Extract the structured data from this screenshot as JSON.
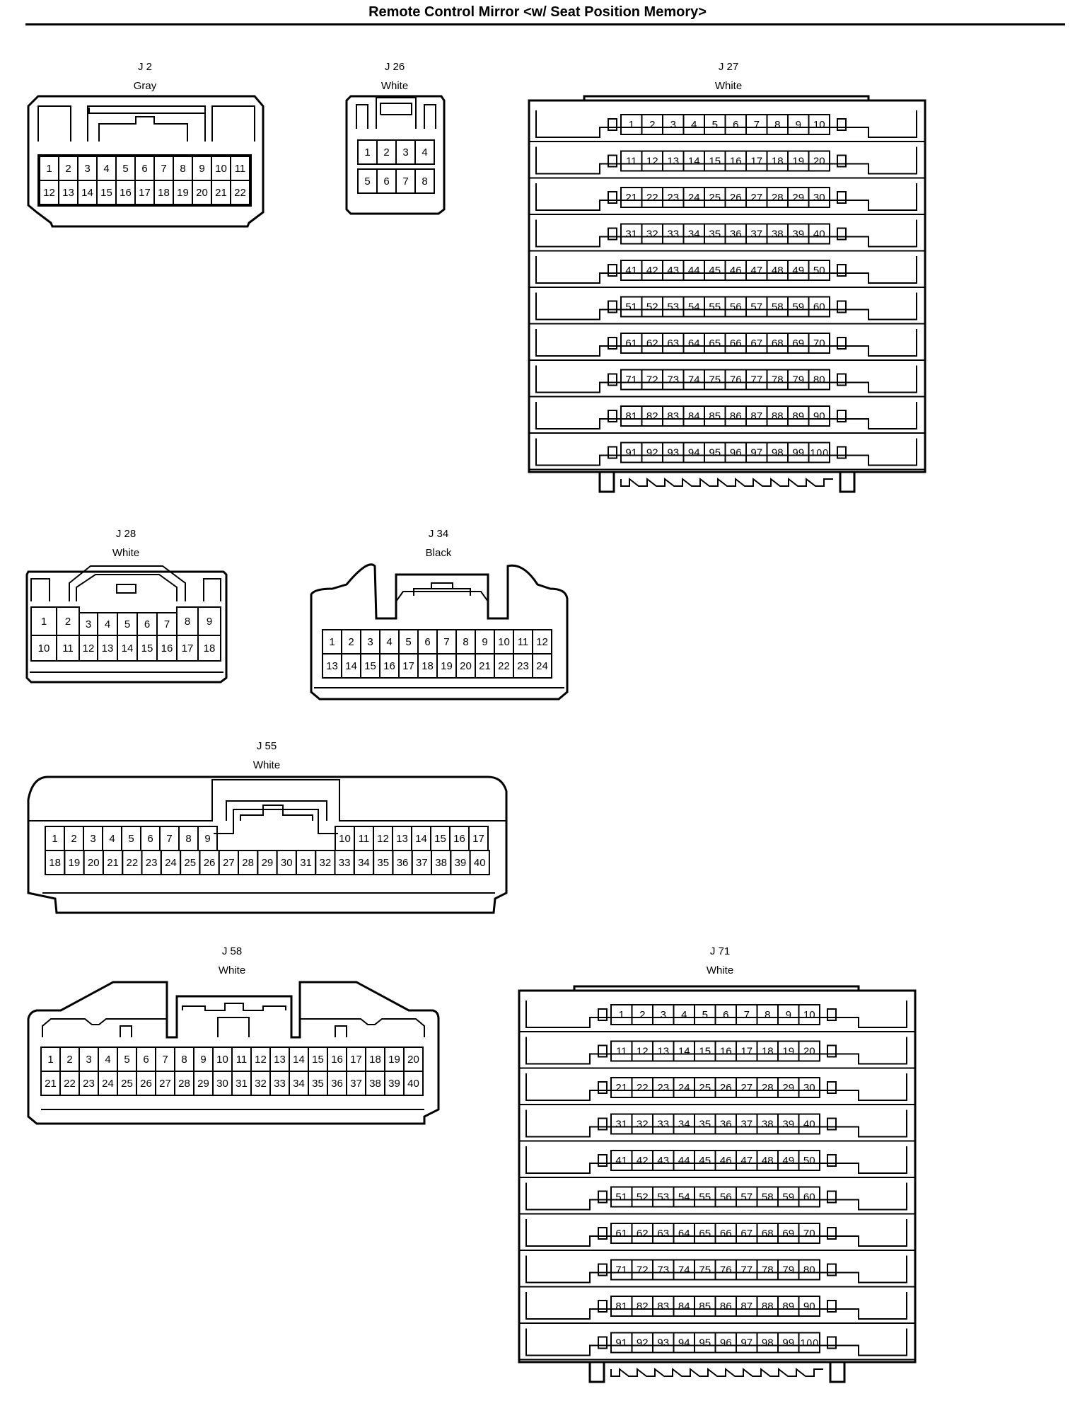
{
  "title": "Remote Control Mirror <w/ Seat Position Memory>",
  "connectors": {
    "j2": {
      "name": "J 2",
      "color": "Gray",
      "row1": [
        "1",
        "2",
        "3",
        "4",
        "5",
        "6",
        "7",
        "8",
        "9",
        "10",
        "11"
      ],
      "row2": [
        "12",
        "13",
        "14",
        "15",
        "16",
        "17",
        "18",
        "19",
        "20",
        "21",
        "22"
      ]
    },
    "j26": {
      "name": "J 26",
      "color": "White",
      "row1": [
        "1",
        "2",
        "3",
        "4"
      ],
      "row2": [
        "5",
        "6",
        "7",
        "8"
      ]
    },
    "j27": {
      "name": "J 27",
      "color": "White",
      "first_pin": 1,
      "last_pin": 100,
      "pins_per_row": 10
    },
    "j28": {
      "name": "J 28",
      "color": "White",
      "row1": [
        "1",
        "2",
        "3",
        "4",
        "5",
        "6",
        "7",
        "8",
        "9"
      ],
      "row2": [
        "10",
        "11",
        "12",
        "13",
        "14",
        "15",
        "16",
        "17",
        "18"
      ]
    },
    "j34": {
      "name": "J 34",
      "color": "Black",
      "row1": [
        "1",
        "2",
        "3",
        "4",
        "5",
        "6",
        "7",
        "8",
        "9",
        "10",
        "11",
        "12"
      ],
      "row2": [
        "13",
        "14",
        "15",
        "16",
        "17",
        "18",
        "19",
        "20",
        "21",
        "22",
        "23",
        "24"
      ]
    },
    "j55": {
      "name": "J 55",
      "color": "White",
      "row1": [
        "1",
        "2",
        "3",
        "4",
        "5",
        "6",
        "7",
        "8",
        "9",
        "10",
        "11",
        "12",
        "13",
        "14",
        "15",
        "16",
        "17"
      ],
      "row2": [
        "18",
        "19",
        "20",
        "21",
        "22",
        "23",
        "24",
        "25",
        "26",
        "27",
        "28",
        "29",
        "30",
        "31",
        "32",
        "33",
        "34",
        "35",
        "36",
        "37",
        "38",
        "39",
        "40"
      ]
    },
    "j58": {
      "name": "J 58",
      "color": "White",
      "row1": [
        "1",
        "2",
        "3",
        "4",
        "5",
        "6",
        "7",
        "8",
        "9",
        "10",
        "11",
        "12",
        "13",
        "14",
        "15",
        "16",
        "17",
        "18",
        "19",
        "20"
      ],
      "row2": [
        "21",
        "22",
        "23",
        "24",
        "25",
        "26",
        "27",
        "28",
        "29",
        "30",
        "31",
        "32",
        "33",
        "34",
        "35",
        "36",
        "37",
        "38",
        "39",
        "40"
      ]
    },
    "j71": {
      "name": "J 71",
      "color": "White",
      "first_pin": 1,
      "last_pin": 100,
      "pins_per_row": 10
    }
  }
}
